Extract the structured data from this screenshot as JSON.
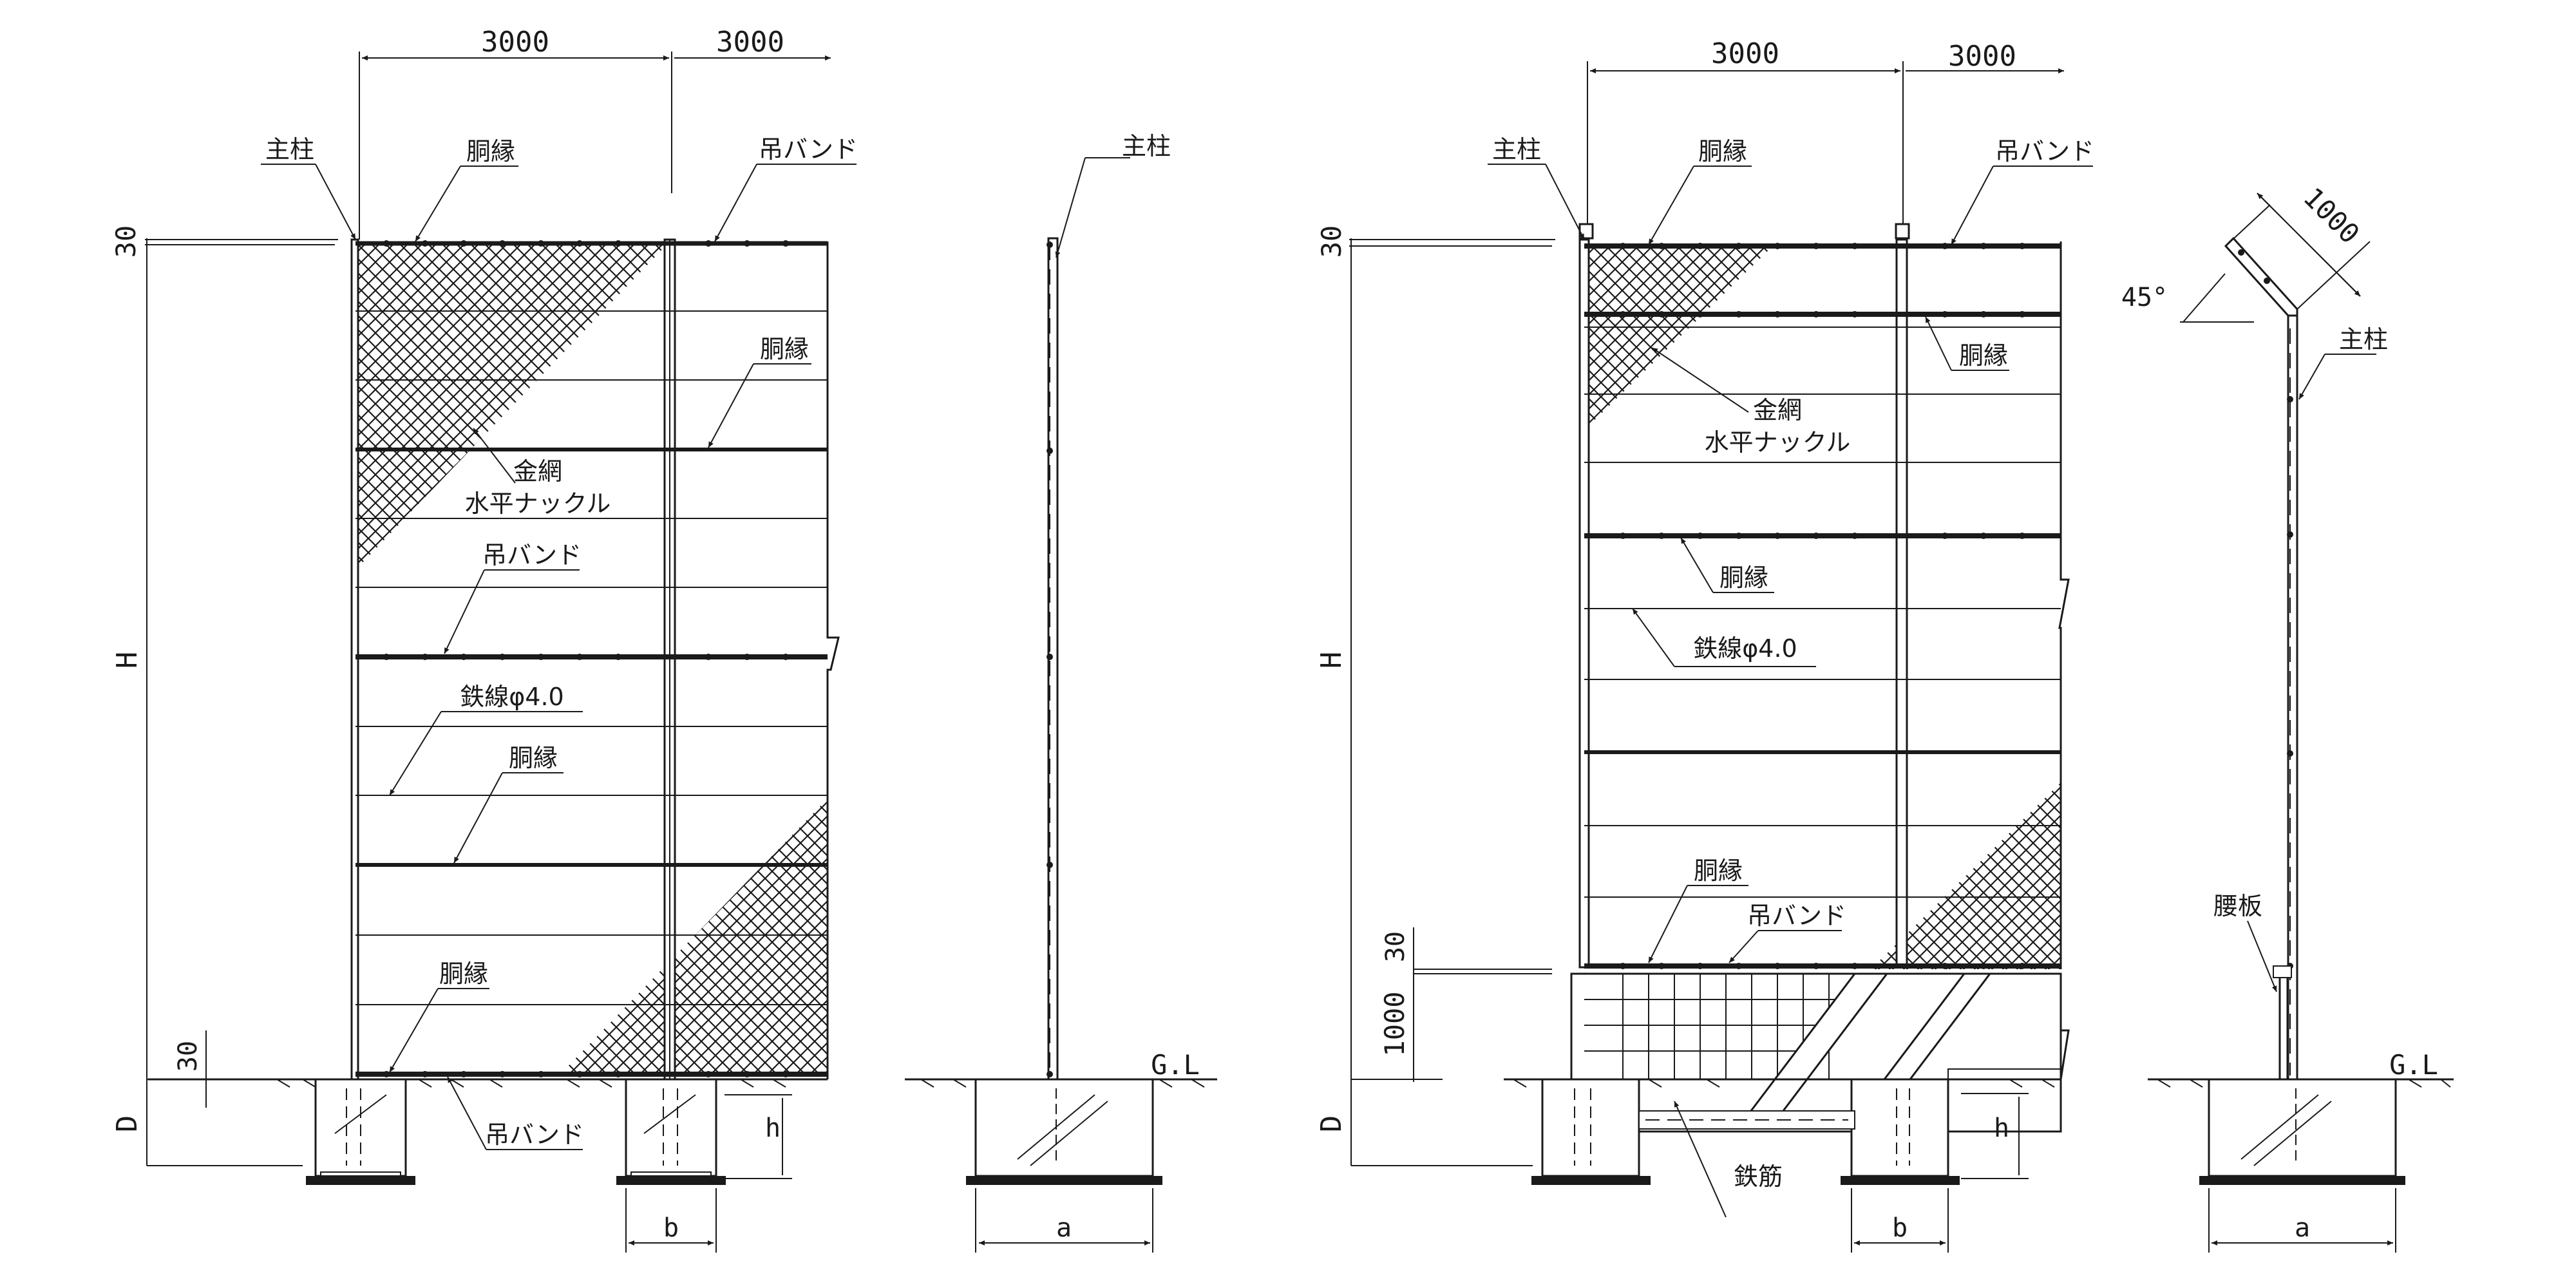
{
  "left": {
    "dims": {
      "span1": "3000",
      "span2": "3000",
      "top_offset": "30",
      "height": "H",
      "bottom_offset": "30",
      "depth": "D",
      "foot_h": "h",
      "foot_b": "b"
    },
    "labels": {
      "main_post": "主柱",
      "rail_top": "胴縁",
      "band_top": "吊バンド",
      "rail_right": "胴縁",
      "wire_mesh": "金網",
      "knuckle": "水平ナックル",
      "band_mid": "吊バンド",
      "steel_wire": "鉄線φ4.0",
      "rail_mid": "胴縁",
      "rail_bottom": "胴縁",
      "band_bottom": "吊バンド"
    }
  },
  "left_side": {
    "labels": {
      "main_post": "主柱",
      "ground": "G.L",
      "width": "a"
    }
  },
  "right": {
    "dims": {
      "span1": "3000",
      "span2": "3000",
      "top_offset": "30",
      "height": "H",
      "mid_offset": "30",
      "base_h": "1000",
      "depth": "D",
      "foot_h": "h",
      "foot_b": "b"
    },
    "labels": {
      "main_post": "主柱",
      "rail_top": "胴縁",
      "band_top": "吊バンド",
      "rail_upper": "胴縁",
      "wire_mesh": "金網",
      "knuckle": "水平ナックル",
      "rail_mid": "胴縁",
      "steel_wire": "鉄線φ4.0",
      "rail_low": "胴縁",
      "band_low": "吊バンド",
      "rebar": "鉄筋"
    }
  },
  "right_side": {
    "labels": {
      "arm_len": "1000",
      "angle": "45°",
      "main_post": "主柱",
      "waist_board": "腰板",
      "ground": "G.L",
      "width": "a"
    }
  }
}
